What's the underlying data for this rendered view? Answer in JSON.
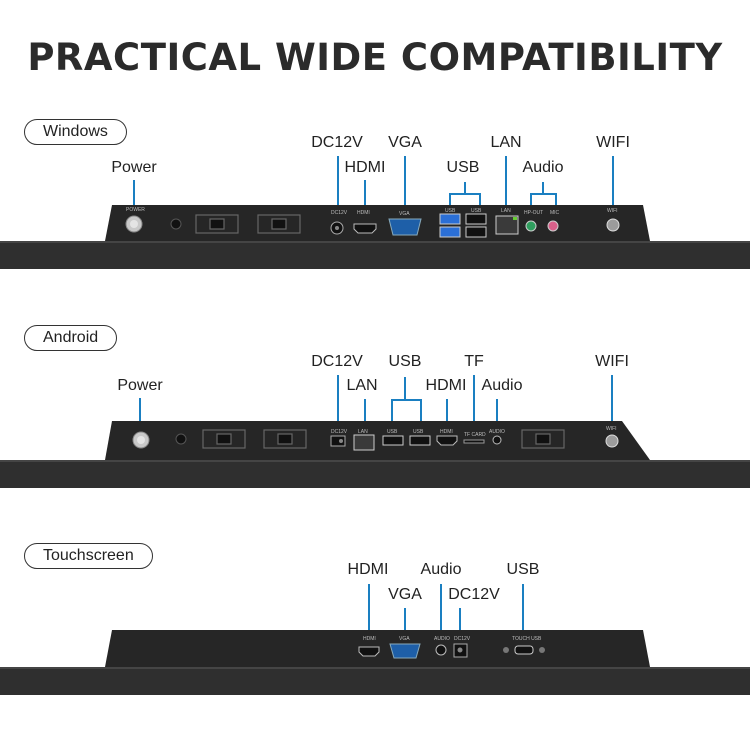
{
  "title": "PRACTICAL WIDE COMPATIBILITY",
  "colors": {
    "accent": "#1a7fc1",
    "panel": "#2a2a2a",
    "base": "#303030"
  },
  "sections": [
    {
      "name": "Windows",
      "labels": [
        "Power",
        "DC12V",
        "HDMI",
        "VGA",
        "USB",
        "LAN",
        "Audio",
        "WIFI"
      ],
      "port_labels": [
        "POWER",
        "DC12V",
        "HDMI",
        "VGA",
        "USB",
        "USB",
        "LAN",
        "HP-OUT",
        "MIC",
        "WIFI"
      ]
    },
    {
      "name": "Android",
      "labels": [
        "Power",
        "DC12V",
        "LAN",
        "USB",
        "HDMI",
        "TF",
        "Audio",
        "WIFI"
      ],
      "port_labels": [
        "DC12V",
        "LAN",
        "USB",
        "USB",
        "HDMI",
        "TF CARD",
        "AUDIO",
        "WIFI"
      ]
    },
    {
      "name": "Touchscreen",
      "labels": [
        "HDMI",
        "VGA",
        "Audio",
        "DC12V",
        "USB"
      ],
      "port_labels": [
        "HDMI",
        "VGA",
        "AUDIO",
        "DC12V",
        "TOUCH USB"
      ]
    }
  ]
}
